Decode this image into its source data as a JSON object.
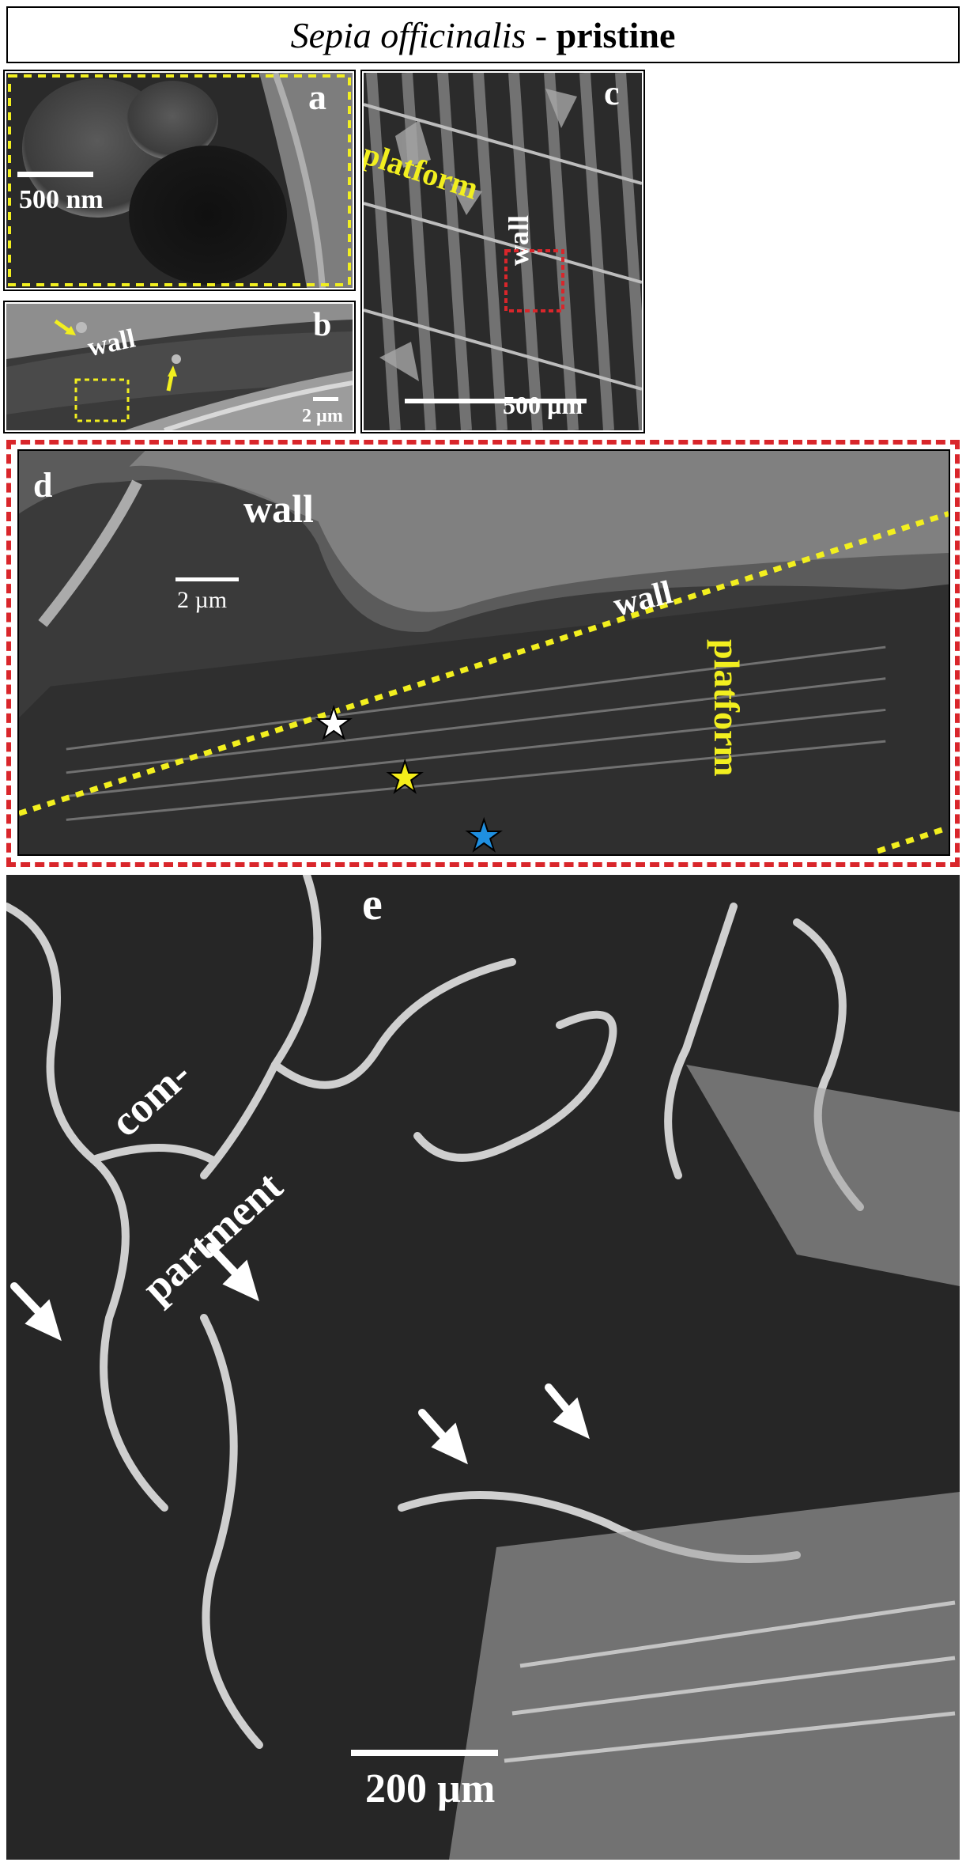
{
  "title": {
    "species": "Sepia officinalis",
    "separator": " - ",
    "state": "pristine"
  },
  "panels": {
    "a": {
      "letter": "a",
      "scalebar": "500 nm"
    },
    "b": {
      "letter": "b",
      "label_wall": "wall",
      "scalebar": "2 µm"
    },
    "c": {
      "letter": "c",
      "label_platform": "platform",
      "label_wall": "wall",
      "scalebar": "500 µm"
    },
    "d": {
      "letter": "d",
      "label_wall_1": "wall",
      "label_wall_2": "wall",
      "label_platform": "platform",
      "scalebar": "2 µm"
    },
    "e": {
      "letter": "e",
      "label_compartment_1": "com-",
      "label_compartment_2": "partment",
      "scalebar": "200 µm"
    }
  },
  "colors": {
    "highlight_yellow": "#f2ef1f",
    "frame_red": "#d9262b",
    "star_white": "#ffffff",
    "star_yellow": "#f5ee1a",
    "star_blue": "#1f8fe0"
  },
  "icons": [
    "white-star-icon",
    "yellow-star-icon",
    "blue-star-icon",
    "arrow-icon"
  ]
}
